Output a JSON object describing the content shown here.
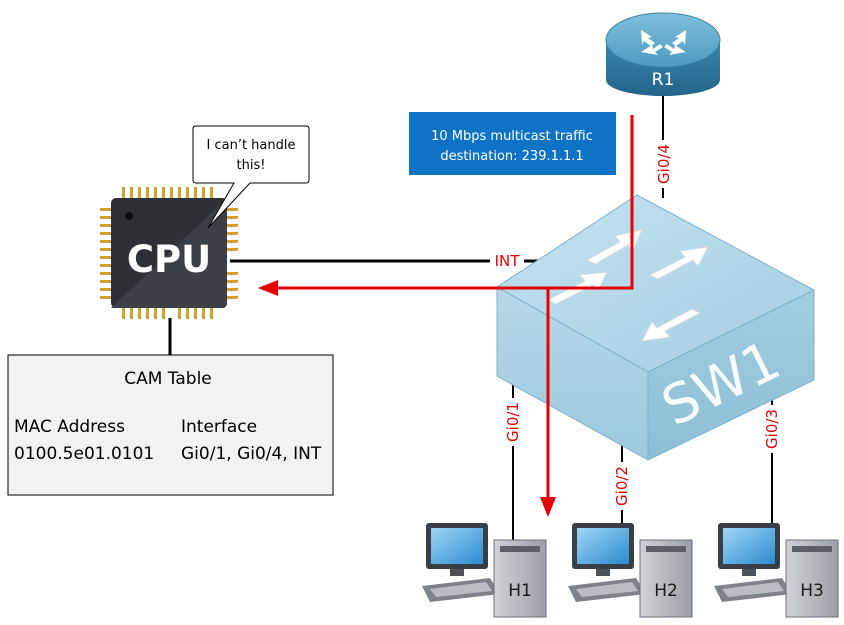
{
  "router": {
    "label": "R1"
  },
  "switch": {
    "label": "SW1"
  },
  "cpu": {
    "label": "CPU",
    "speech": [
      "I can’t handle",
      "this!"
    ]
  },
  "traffic_box": {
    "lines": [
      "10 Mbps multicast traffic",
      "destination: 239.1.1.1"
    ]
  },
  "ports": {
    "r1": "Gi0/4",
    "h1": "Gi0/1",
    "h2": "Gi0/2",
    "h3": "Gi0/3",
    "cpu": "INT"
  },
  "hosts": [
    "H1",
    "H2",
    "H3"
  ],
  "cam_table": {
    "title": "CAM Table",
    "headers": [
      "MAC Address",
      "Interface"
    ],
    "rows": [
      [
        "0100.5e01.0101",
        "Gi0/1, Gi0/4, INT"
      ]
    ]
  },
  "colors": {
    "flow": "#e60000",
    "traffic_box": "#0e73c4",
    "router": "#3f8fb3",
    "switch": "#a8d0e2",
    "cpu": "#2d3136"
  }
}
